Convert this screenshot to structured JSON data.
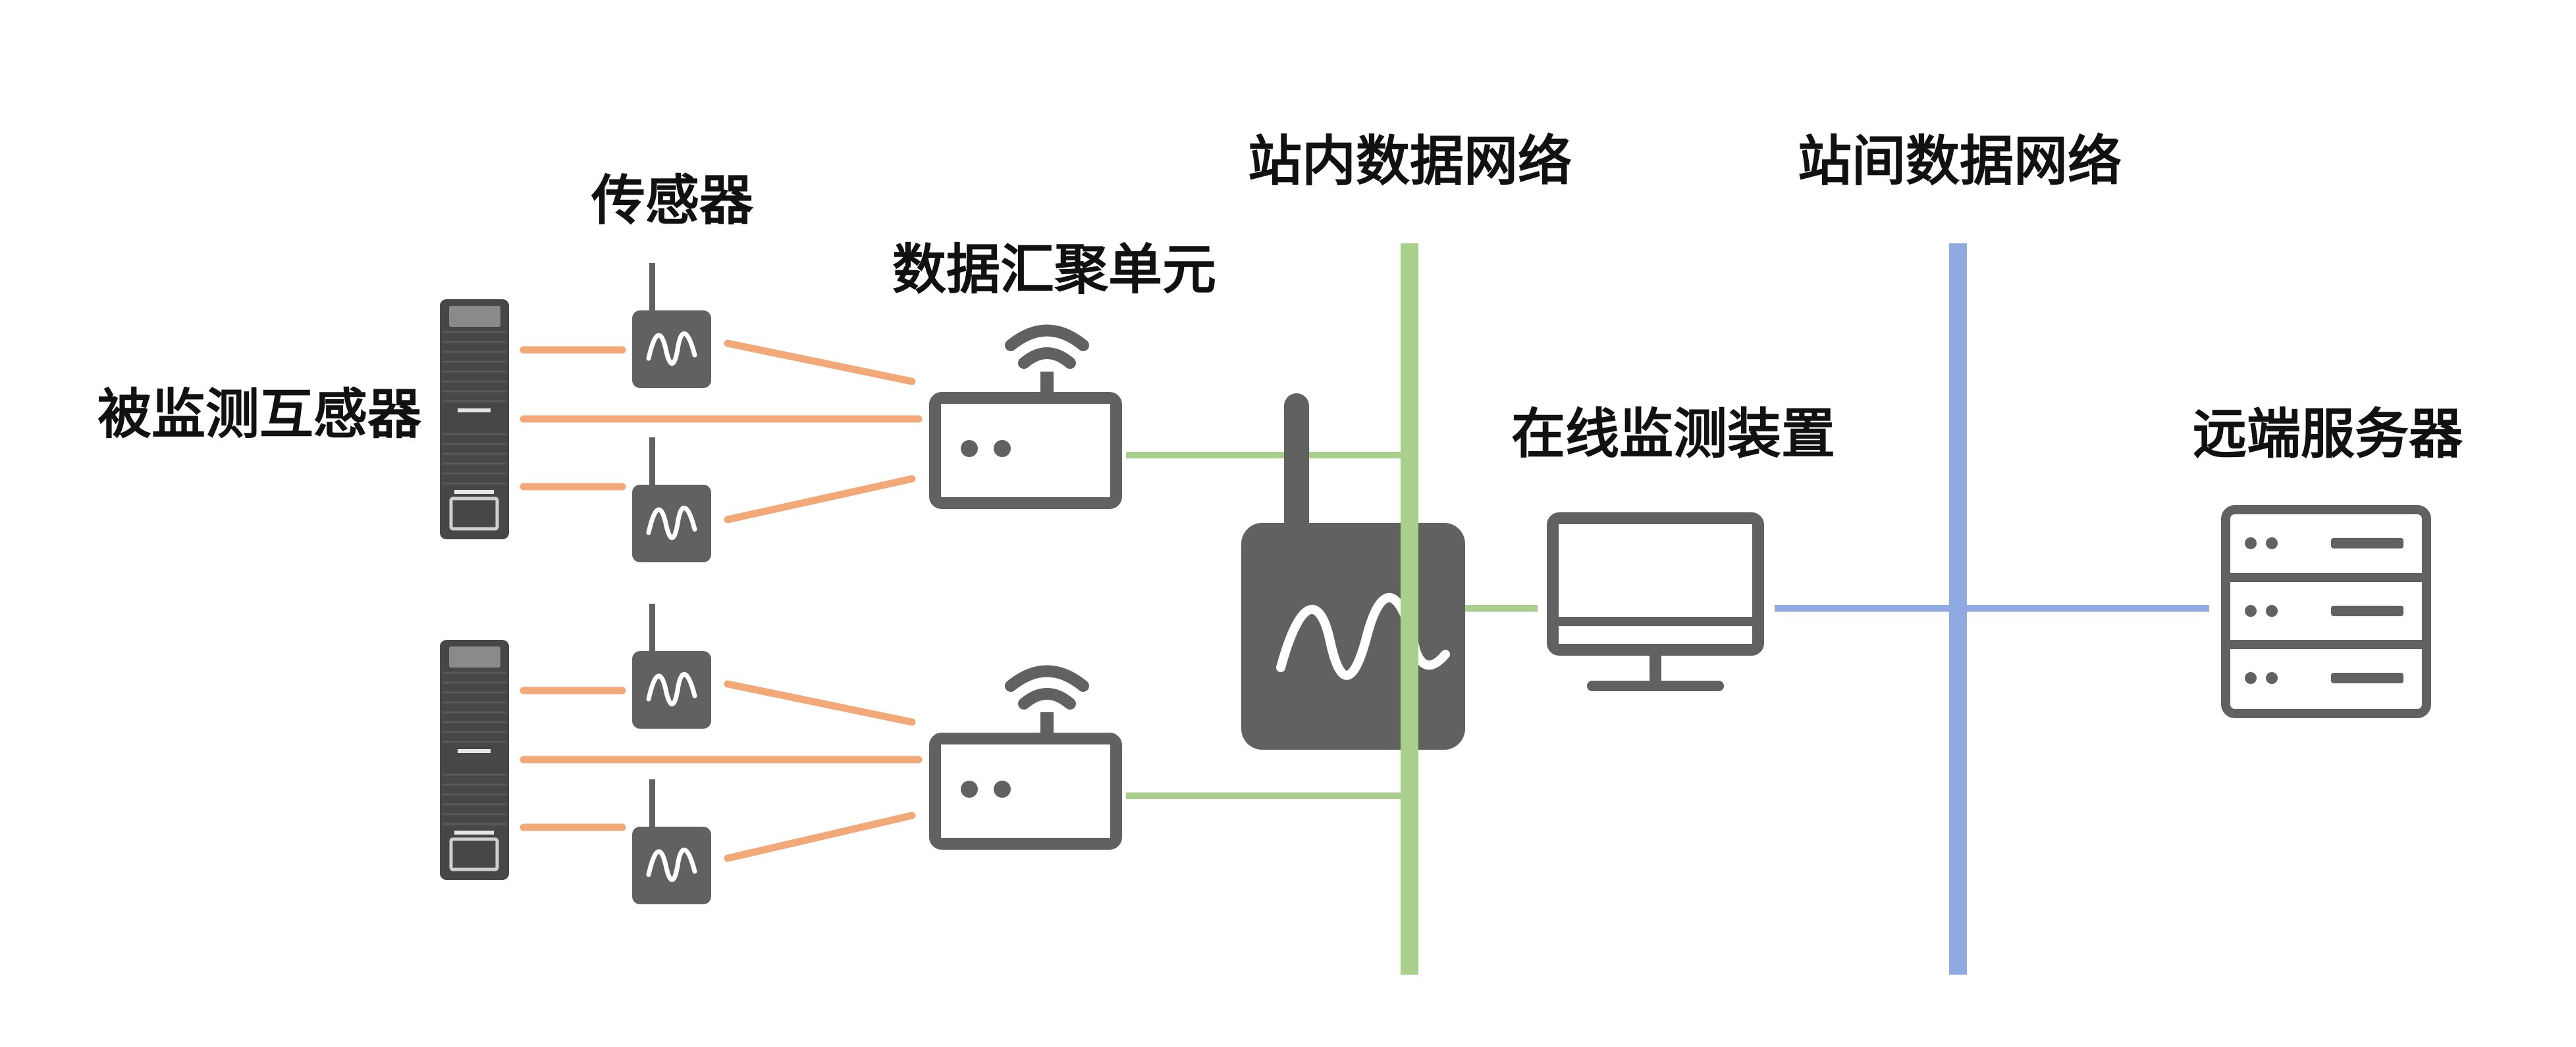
{
  "labels": {
    "sensor": "传感器",
    "transformer": "被监测互感器",
    "aggregation_unit": "数据汇聚单元",
    "intra_station_network": "站内数据网络",
    "inter_station_network": "站间数据网络",
    "online_monitor": "在线监测装置",
    "remote_server": "远端服务器"
  },
  "colors": {
    "device": "#616161",
    "device_dark": "#474747",
    "sensor_link": "#F3A877",
    "intra_link": "#A9CF8D",
    "inter_link": "#8FAAE0",
    "label": "#111111"
  },
  "icons": [
    "transformer-icon",
    "sensor-icon",
    "router-icon",
    "monitoring-device-icon",
    "monitor-icon",
    "server-icon"
  ]
}
